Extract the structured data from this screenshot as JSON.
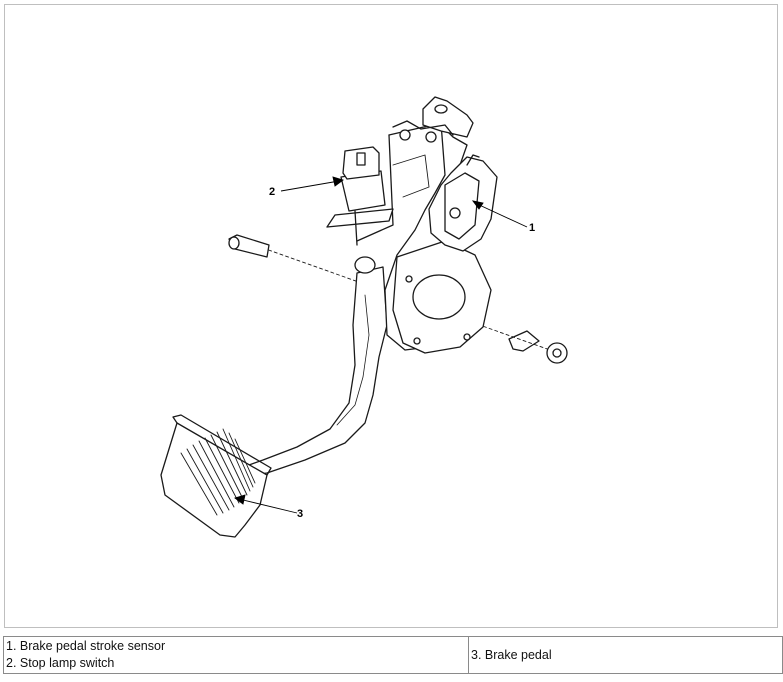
{
  "diagram": {
    "callouts": [
      {
        "number": "1"
      },
      {
        "number": "2"
      },
      {
        "number": "3"
      }
    ]
  },
  "legend": {
    "left": [
      "1. Brake pedal stroke sensor",
      "2. Stop lamp switch"
    ],
    "right": "3. Brake pedal"
  },
  "colors": {
    "line": "#1a1a1a",
    "frame": "#bfbfbf",
    "table_border": "#8a8a8a"
  }
}
